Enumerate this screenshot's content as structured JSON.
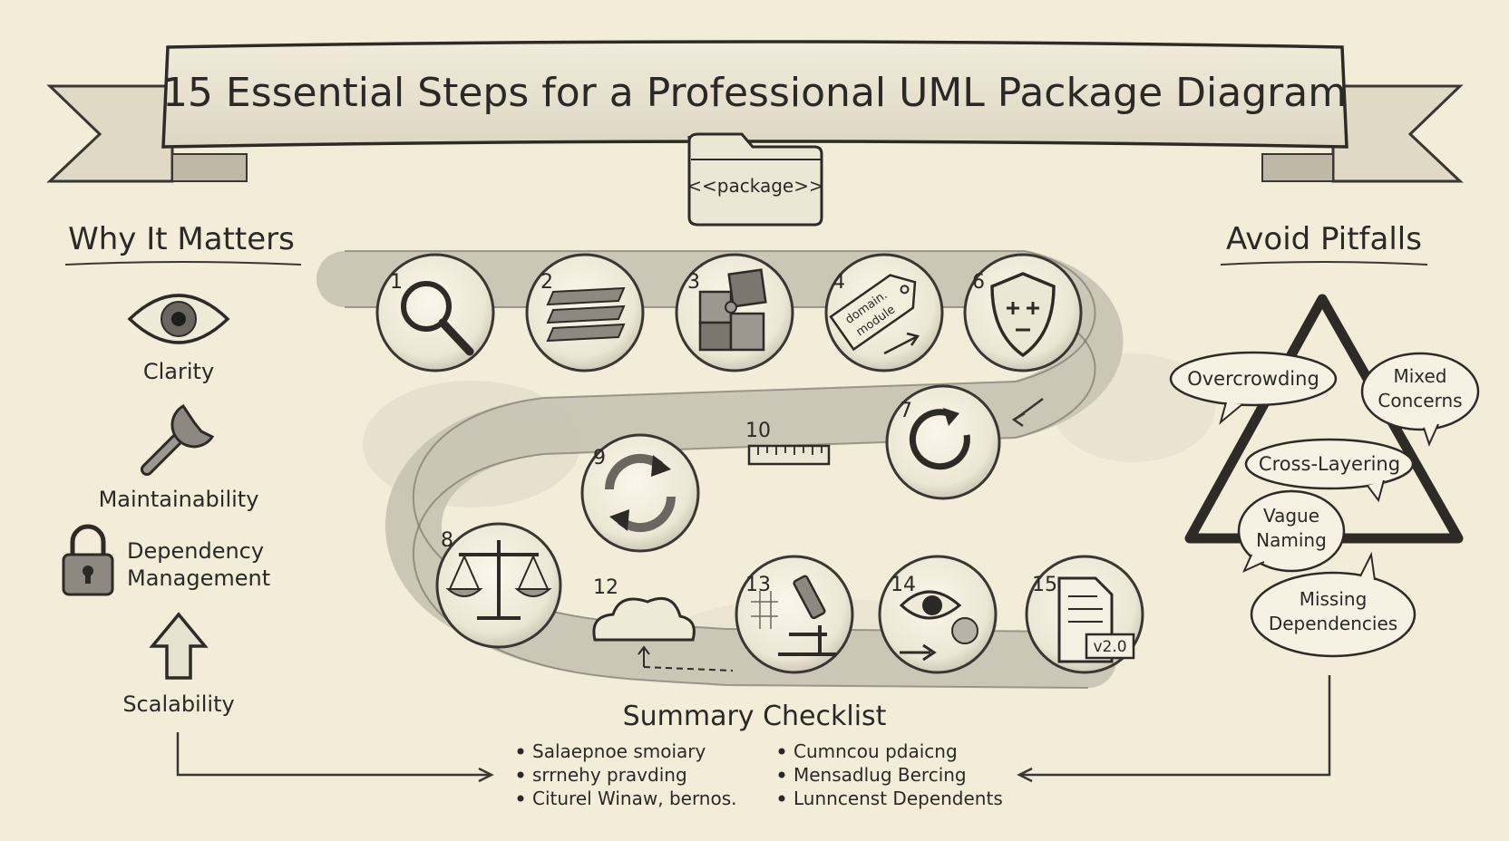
{
  "title": "15 Essential Steps for a Professional UML Package Diagram",
  "package_tag": "<<package>>",
  "why": {
    "heading": "Why It Matters",
    "items": [
      {
        "label": "Clarity",
        "icon": "eye-icon"
      },
      {
        "label": "Maintainability",
        "icon": "wrench-icon"
      },
      {
        "label": "Dependency",
        "label2": "Management",
        "icon": "padlock-icon"
      },
      {
        "label": "Scalability",
        "icon": "up-arrow-icon"
      }
    ]
  },
  "steps": [
    {
      "num": "1",
      "icon": "magnifier-icon"
    },
    {
      "num": "2",
      "icon": "layers-icon"
    },
    {
      "num": "3",
      "icon": "puzzle-icon"
    },
    {
      "num": "4",
      "icon": "tag-icon",
      "tag_line1": "domain.",
      "tag_line2": "module"
    },
    {
      "num": "6",
      "icon": "shield-icon"
    },
    {
      "num": "7",
      "icon": "refresh-icon"
    },
    {
      "num": "10",
      "icon": "ruler-icon"
    },
    {
      "num": "9",
      "icon": "cycle-arrows-icon"
    },
    {
      "num": "8",
      "icon": "balance-scale-icon"
    },
    {
      "num": "12",
      "icon": "cloud-icon"
    },
    {
      "num": "13",
      "icon": "microscope-icon"
    },
    {
      "num": "14",
      "icon": "eye-arrow-icon"
    },
    {
      "num": "15",
      "icon": "document-icon",
      "badge": "v2.0"
    }
  ],
  "pitfalls": {
    "heading": "Avoid Pitfalls",
    "items": [
      "Overcrowding",
      "Mixed Concerns",
      "Cross-Layering",
      "Vague Naming",
      "Missing Dependencies"
    ]
  },
  "summary": {
    "heading": "Summary Checklist",
    "left": [
      "Salaepnoe smoiary",
      "srrnehy pravding",
      "Citurel Winaw, bernos."
    ],
    "right": [
      "Cumncou pdaicng",
      "Mensadlug Bercing",
      "Lunncenst Dependents"
    ]
  },
  "colors": {
    "paper": "#f3ecd9",
    "ink": "#2b2926",
    "pencil": "#8a867e"
  }
}
